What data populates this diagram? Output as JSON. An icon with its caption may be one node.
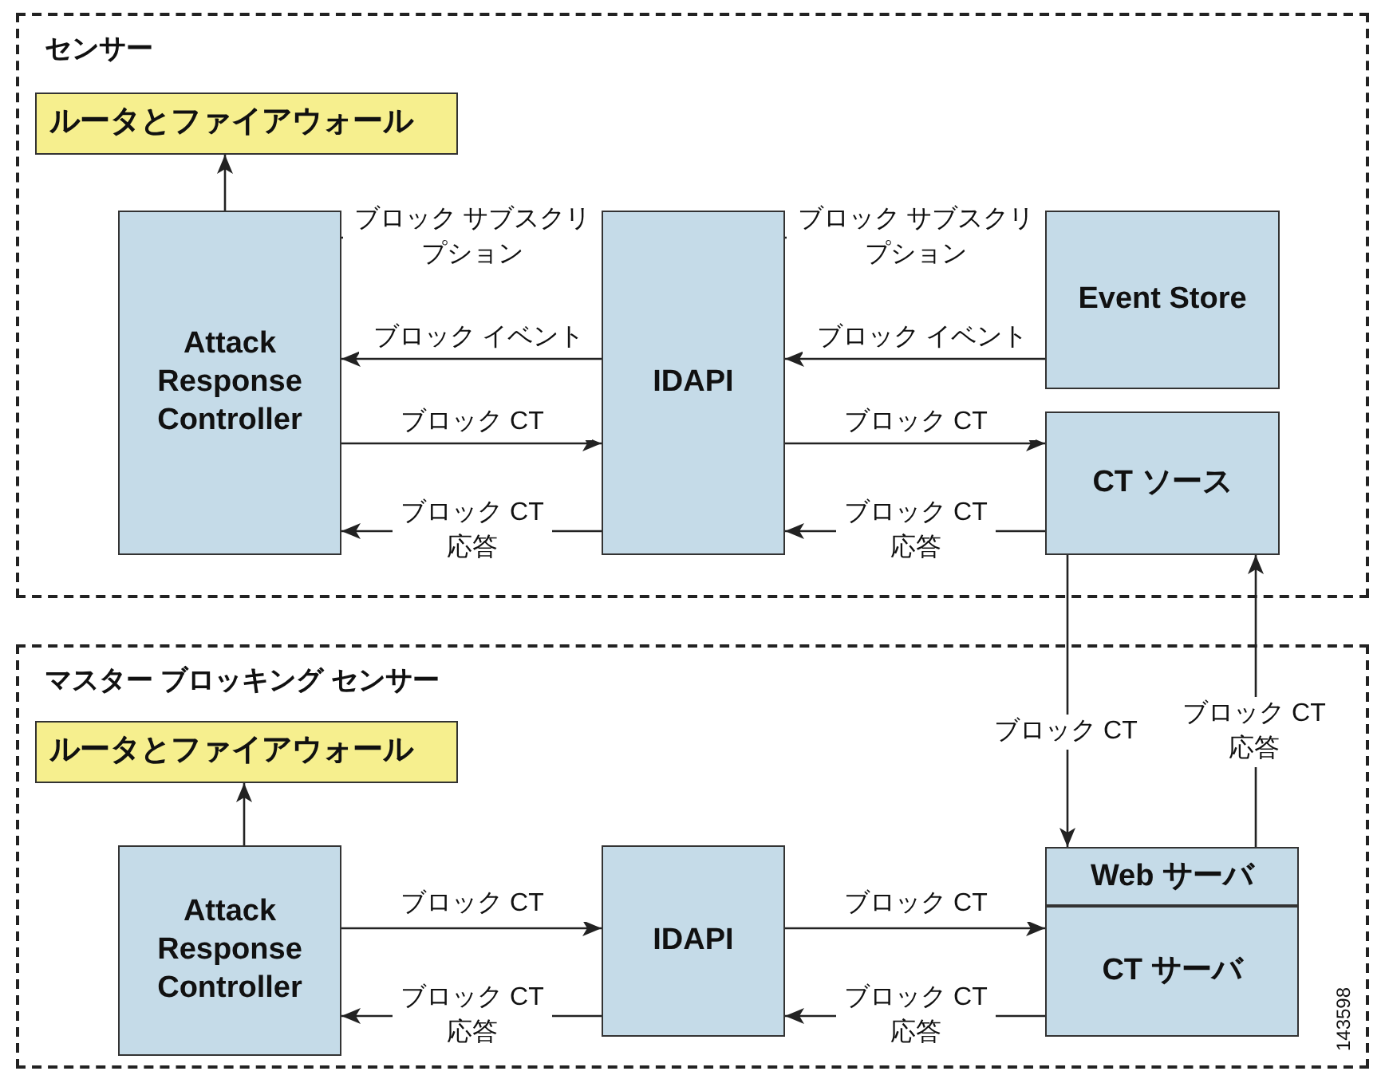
{
  "diagram": {
    "nodes": [
      {
        "text": [
          "センサー"
        ]
      },
      {
        "text": [
          "ルータとファイアウォール"
        ],
        "in": 0
      },
      {
        "text": [
          "Attack Response Controller"
        ],
        "in": 0
      },
      {
        "text": [
          "IDAPI"
        ],
        "in": 0
      },
      {
        "text": [
          "Event Store"
        ],
        "in": 0
      },
      {
        "text": [
          "CT ソース"
        ],
        "in": 0
      },
      {
        "text": [
          "マスター ブロッキング センサー"
        ]
      },
      {
        "text": [
          "ルータとファイアウォール"
        ],
        "in": 6
      },
      {
        "text": [
          "Attack Response Controller"
        ],
        "in": 6
      },
      {
        "text": [
          "IDAPI"
        ],
        "in": 6
      },
      {
        "text": [
          "Web サーバ"
        ],
        "in": 6
      },
      {
        "text": [
          "CT サーバ"
        ],
        "in": 6
      }
    ],
    "edges": [
      {
        "from": 2,
        "to": 1,
        "arrow": "to"
      },
      {
        "from": 2,
        "to": 3,
        "arrow": "to",
        "label": "ブロック サブスクリプション"
      },
      {
        "from": 3,
        "to": 2,
        "arrow": "to",
        "label": "ブロック イベント"
      },
      {
        "from": 2,
        "to": 3,
        "arrow": "to",
        "label": "ブロック CT"
      },
      {
        "from": 3,
        "to": 2,
        "arrow": "to",
        "label": "ブロック CT 応答"
      },
      {
        "from": 3,
        "to": 4,
        "arrow": "to",
        "label": "ブロック サブスクリプション"
      },
      {
        "from": 4,
        "to": 3,
        "arrow": "to",
        "label": "ブロック イベント"
      },
      {
        "from": 3,
        "to": 5,
        "arrow": "to",
        "label": "ブロック CT"
      },
      {
        "from": 5,
        "to": 3,
        "arrow": "to",
        "label": "ブロック CT 応答"
      },
      {
        "from": 5,
        "to": 10,
        "arrow": "to",
        "label": "ブロック CT"
      },
      {
        "from": 10,
        "to": 5,
        "arrow": "to",
        "label": "ブロック CT 応答"
      },
      {
        "from": 8,
        "to": 7,
        "arrow": "to"
      },
      {
        "from": 8,
        "to": 9,
        "arrow": "to",
        "label": "ブロック CT"
      },
      {
        "from": 9,
        "to": 8,
        "arrow": "to",
        "label": "ブロック CT 応答"
      },
      {
        "from": 9,
        "to": 11,
        "arrow": "to",
        "label": "ブロック CT"
      },
      {
        "from": 11,
        "to": 9,
        "arrow": "to",
        "label": "ブロック CT 応答"
      }
    ],
    "labels": [
      "143598"
    ]
  }
}
